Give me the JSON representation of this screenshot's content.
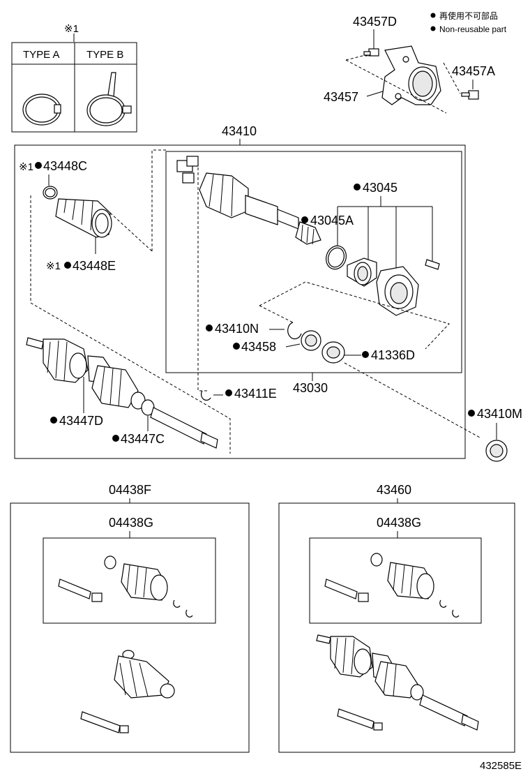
{
  "legend": {
    "reusable_jp": "再使用不可部品",
    "reusable_en": "Non-reusable part"
  },
  "note_mark": "※1",
  "type_box": {
    "type_a": "TYPE A",
    "type_b": "TYPE B"
  },
  "labels": {
    "p43457D": "43457D",
    "p43457A": "43457A",
    "p43457": "43457",
    "p43410": "43410",
    "p43448C": "43448C",
    "p43448E": "43448E",
    "p43045": "43045",
    "p43045A": "43045A",
    "p43410N": "43410N",
    "p43458": "43458",
    "p41336D": "41336D",
    "p43030": "43030",
    "p43411E": "43411E",
    "p43447D": "43447D",
    "p43447C": "43447C",
    "p43410M": "43410M",
    "p04438F": "04438F",
    "p04438G_left": "04438G",
    "p43460": "43460",
    "p04438G_right": "04438G"
  },
  "figure_id": "432585E"
}
